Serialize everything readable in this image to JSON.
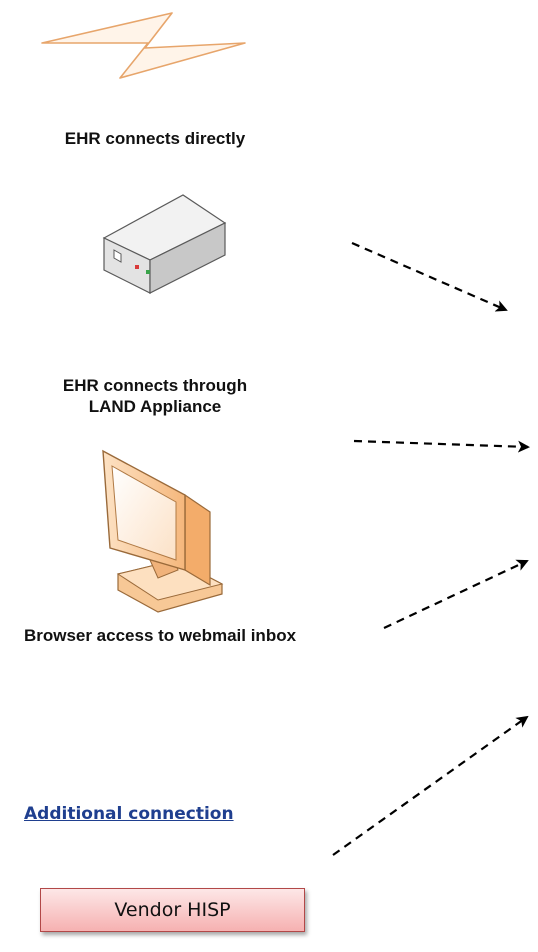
{
  "labels": {
    "direct": "EHR connects directly",
    "appliance": "EHR connects through LAND Appliance",
    "webmail": "Browser access to webmail inbox",
    "additional": "Additional connection",
    "vendor_hisp": "Vendor HISP"
  },
  "icons": {
    "direct": "lightning-bolt-icon",
    "appliance": "network-appliance-icon",
    "webmail": "monitor-icon"
  },
  "colors": {
    "link": "#1f3f8f",
    "hisp_border": "#b24848",
    "hisp_fill": "#f6b1b1",
    "bolt_stroke": "#e7a56b",
    "monitor_fill": "#fbd7b0",
    "arrow": "#000000"
  }
}
